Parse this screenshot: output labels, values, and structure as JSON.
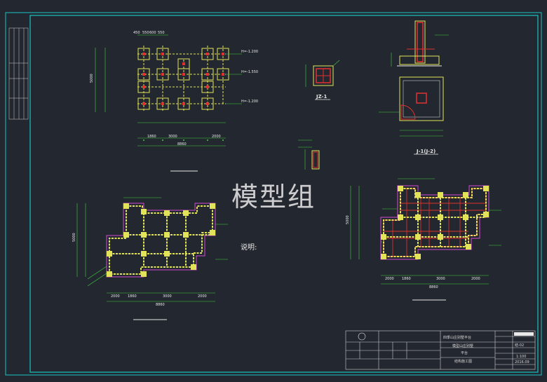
{
  "watermark": "模型组",
  "note_label": "说明:",
  "labels": {
    "column_section": "JZ-1",
    "footing_section": "J-1(J-2)"
  },
  "dimensions": {
    "top_plan_total": "8860",
    "bottom_left_total": "8860",
    "bottom_right_total": "8860",
    "bottom_left_spans": [
      "2000",
      "1860",
      "3000",
      "2000"
    ],
    "bottom_right_spans": [
      "2000",
      "1860",
      "3000",
      "2000"
    ],
    "top_plan_spans": [
      "1860",
      "3000",
      "2000"
    ],
    "left_vertical": "5000",
    "right_vertical": "5000",
    "elevations": [
      "H=-1.200",
      "H=-1.550",
      "H=-1.200"
    ],
    "top_row": [
      "450",
      "550",
      "600",
      "550"
    ]
  },
  "title_block": {
    "company": "四季山庄别墅平台",
    "project": "模型山庄别墅",
    "drawing_title": "平台",
    "drawing_sub": "结构施工图",
    "number": "结-02",
    "scale": "1:100",
    "date": "2016.09"
  },
  "colors": {
    "frame": "#18c4c4",
    "wall": "#e3e35a",
    "red": "#e23030",
    "dim": "#3fd23f",
    "magenta": "#d24bd2"
  }
}
